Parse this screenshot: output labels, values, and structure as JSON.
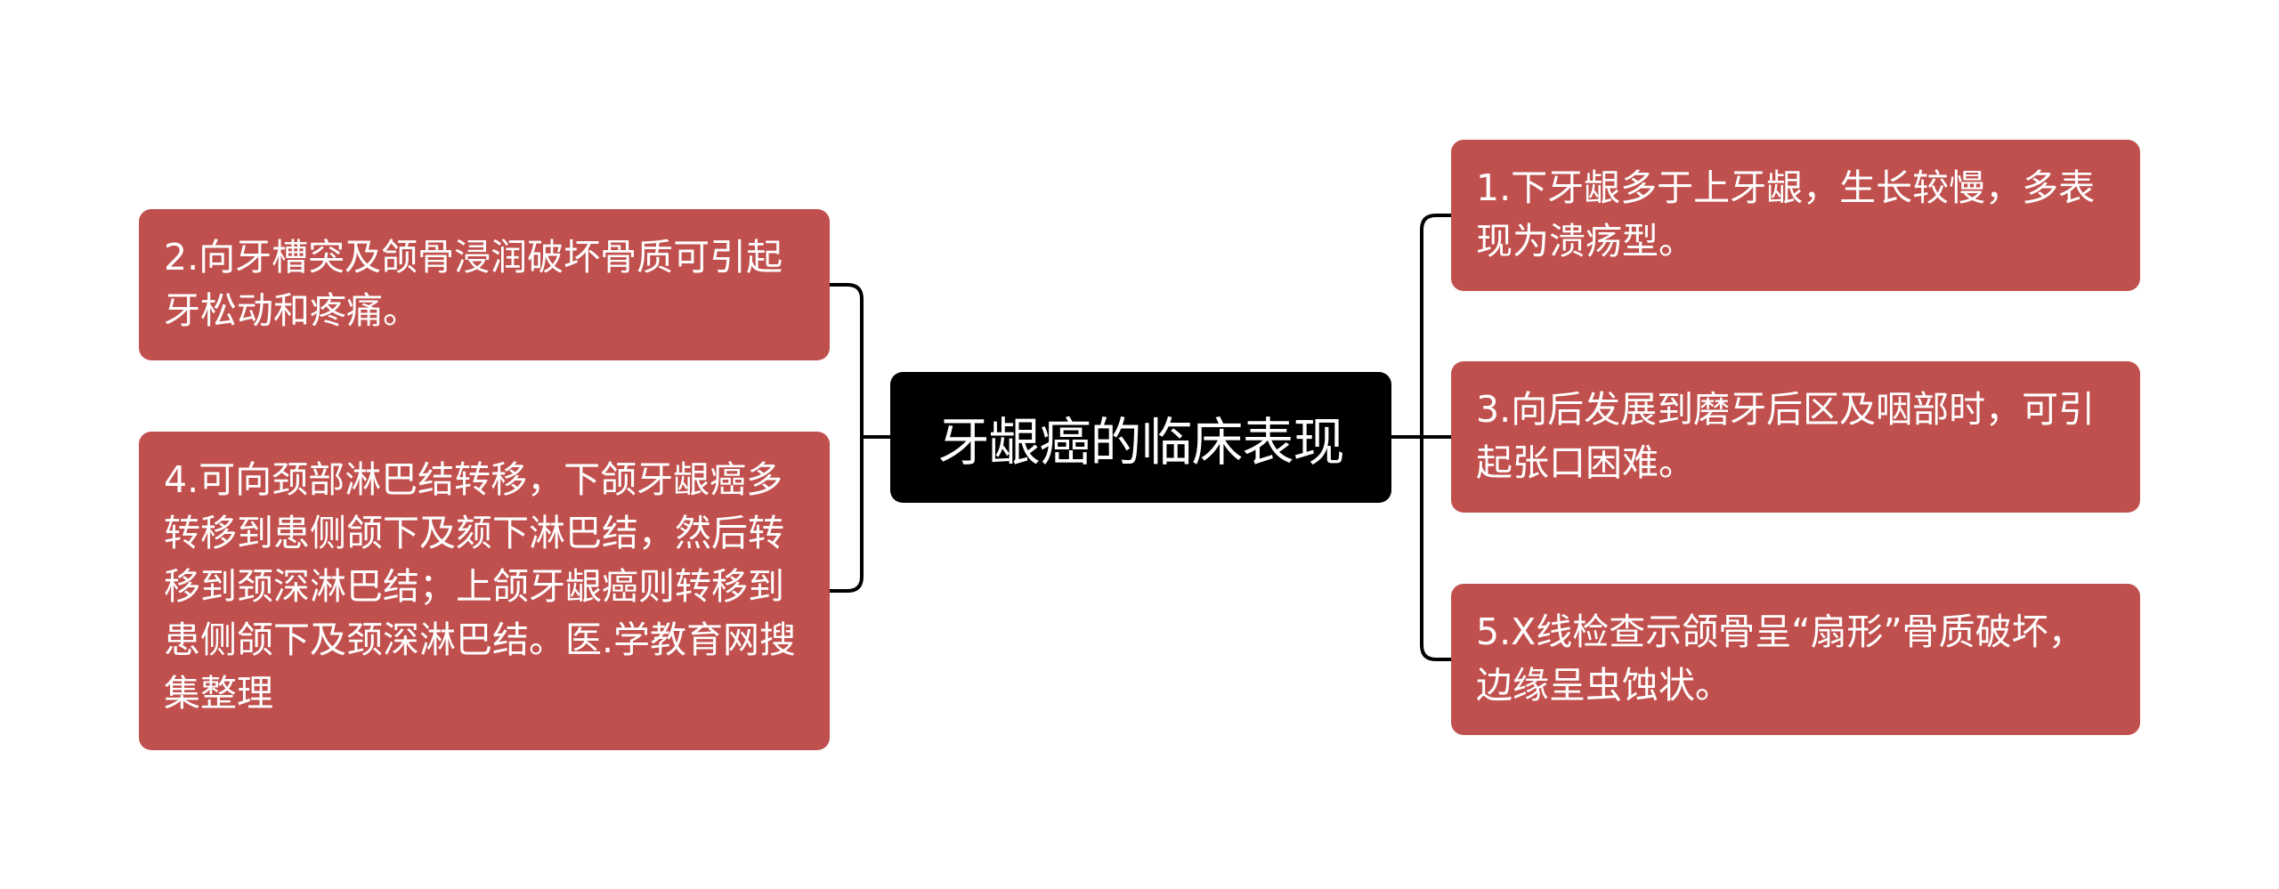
{
  "mindmap": {
    "center": {
      "label": "牙龈癌的临床表现"
    },
    "left_branches": [
      {
        "id": "2",
        "text": "2.向牙槽突及颌骨浸润破坏骨质可引起牙松动和疼痛。"
      },
      {
        "id": "4",
        "text": "4.可向颈部淋巴结转移，下颌牙龈癌多转移到患侧颌下及颏下淋巴结，然后转移到颈深淋巴结；上颌牙龈癌则转移到患侧颌下及颈深淋巴结。医.学教育网搜集整理"
      }
    ],
    "right_branches": [
      {
        "id": "1",
        "text": "1.下牙龈多于上牙龈，生长较慢，多表现为溃疡型。"
      },
      {
        "id": "3",
        "text": "3.向后发展到磨牙后区及咽部时，可引起张口困难。"
      },
      {
        "id": "5",
        "text": "5.X线检查示颌骨呈“扇形”骨质破坏，边缘呈虫蚀状。"
      }
    ]
  },
  "colors": {
    "center_fill": "#000000",
    "branch_fill": "#c0504d",
    "connector": "#000000",
    "text": "#ffffff"
  }
}
